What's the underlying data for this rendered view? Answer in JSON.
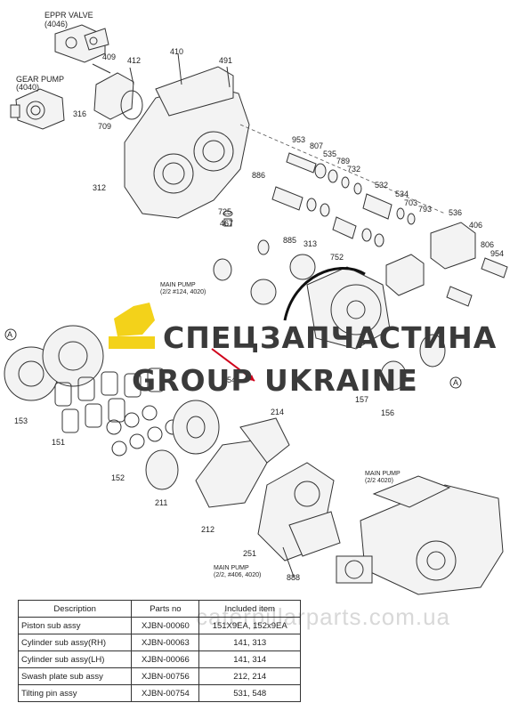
{
  "callouts": [
    {
      "id": "eppr_valve",
      "text": "EPPR VALVE"
    },
    {
      "id": "eppr_valve_ref",
      "text": "(4046)"
    },
    {
      "id": "gear_pump",
      "text": "GEAR PUMP"
    },
    {
      "id": "gear_pump_ref",
      "text": "(4040)"
    },
    {
      "id": "main_pump_a",
      "text": "MAIN PUMP"
    },
    {
      "id": "main_pump_a_ref",
      "text": "(2/2 #124, 4020)"
    },
    {
      "id": "main_pump_b",
      "text": "MAIN PUMP"
    },
    {
      "id": "main_pump_b_ref",
      "text": "(2/2 4020)"
    },
    {
      "id": "main_pump_c",
      "text": "MAIN PUMP"
    },
    {
      "id": "main_pump_c_ref",
      "text": "(2/2, #406, 4020)"
    }
  ],
  "part_numbers": [
    "409",
    "412",
    "410",
    "491",
    "316",
    "709",
    "312",
    "953",
    "807",
    "535",
    "789",
    "732",
    "532",
    "886",
    "534",
    "703",
    "793",
    "536",
    "725",
    "467",
    "885",
    "313",
    "406",
    "806",
    "954",
    "752",
    "A",
    "153",
    "151",
    "541",
    "214",
    "157",
    "156",
    "A",
    "152",
    "211",
    "212",
    "251",
    "888"
  ],
  "watermark": {
    "line1": "СПЕЦЗАПЧАСТИНА",
    "line2": "GROUP UKRAINE",
    "site": "caterpillarparts.com.ua"
  },
  "table": {
    "headers": [
      "Description",
      "Parts no",
      "Included item"
    ],
    "rows": [
      [
        "Piston sub assy",
        "XJBN-00060",
        "151X9EA, 152x9EA"
      ],
      [
        "Cylinder sub assy(RH)",
        "XJBN-00063",
        "141, 313"
      ],
      [
        "Cylinder sub assy(LH)",
        "XJBN-00066",
        "141, 314"
      ],
      [
        "Swash plate sub assy",
        "XJBN-00756",
        "212, 214"
      ],
      [
        "Tilting pin assy",
        "XJBN-00754",
        "531, 548"
      ]
    ]
  },
  "colors": {
    "accent_arrow": "#d0021b",
    "logo_yellow": "#f3d21a"
  }
}
